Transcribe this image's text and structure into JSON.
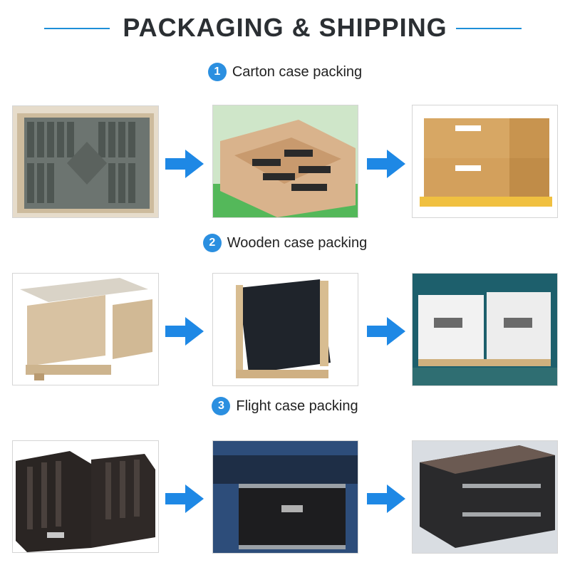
{
  "header": {
    "title": "PACKAGING & SHIPPING"
  },
  "sections": [
    {
      "number": "1",
      "label": "Carton case packing"
    },
    {
      "number": "2",
      "label": "Wooden case packing"
    },
    {
      "number": "3",
      "label": "Flight case packing"
    }
  ],
  "colors": {
    "accent": "#2b8fe0",
    "title": "#2b2f33",
    "arrow": "#1e88e5"
  },
  "icons": {
    "step_arrow": "right-arrow-icon"
  }
}
